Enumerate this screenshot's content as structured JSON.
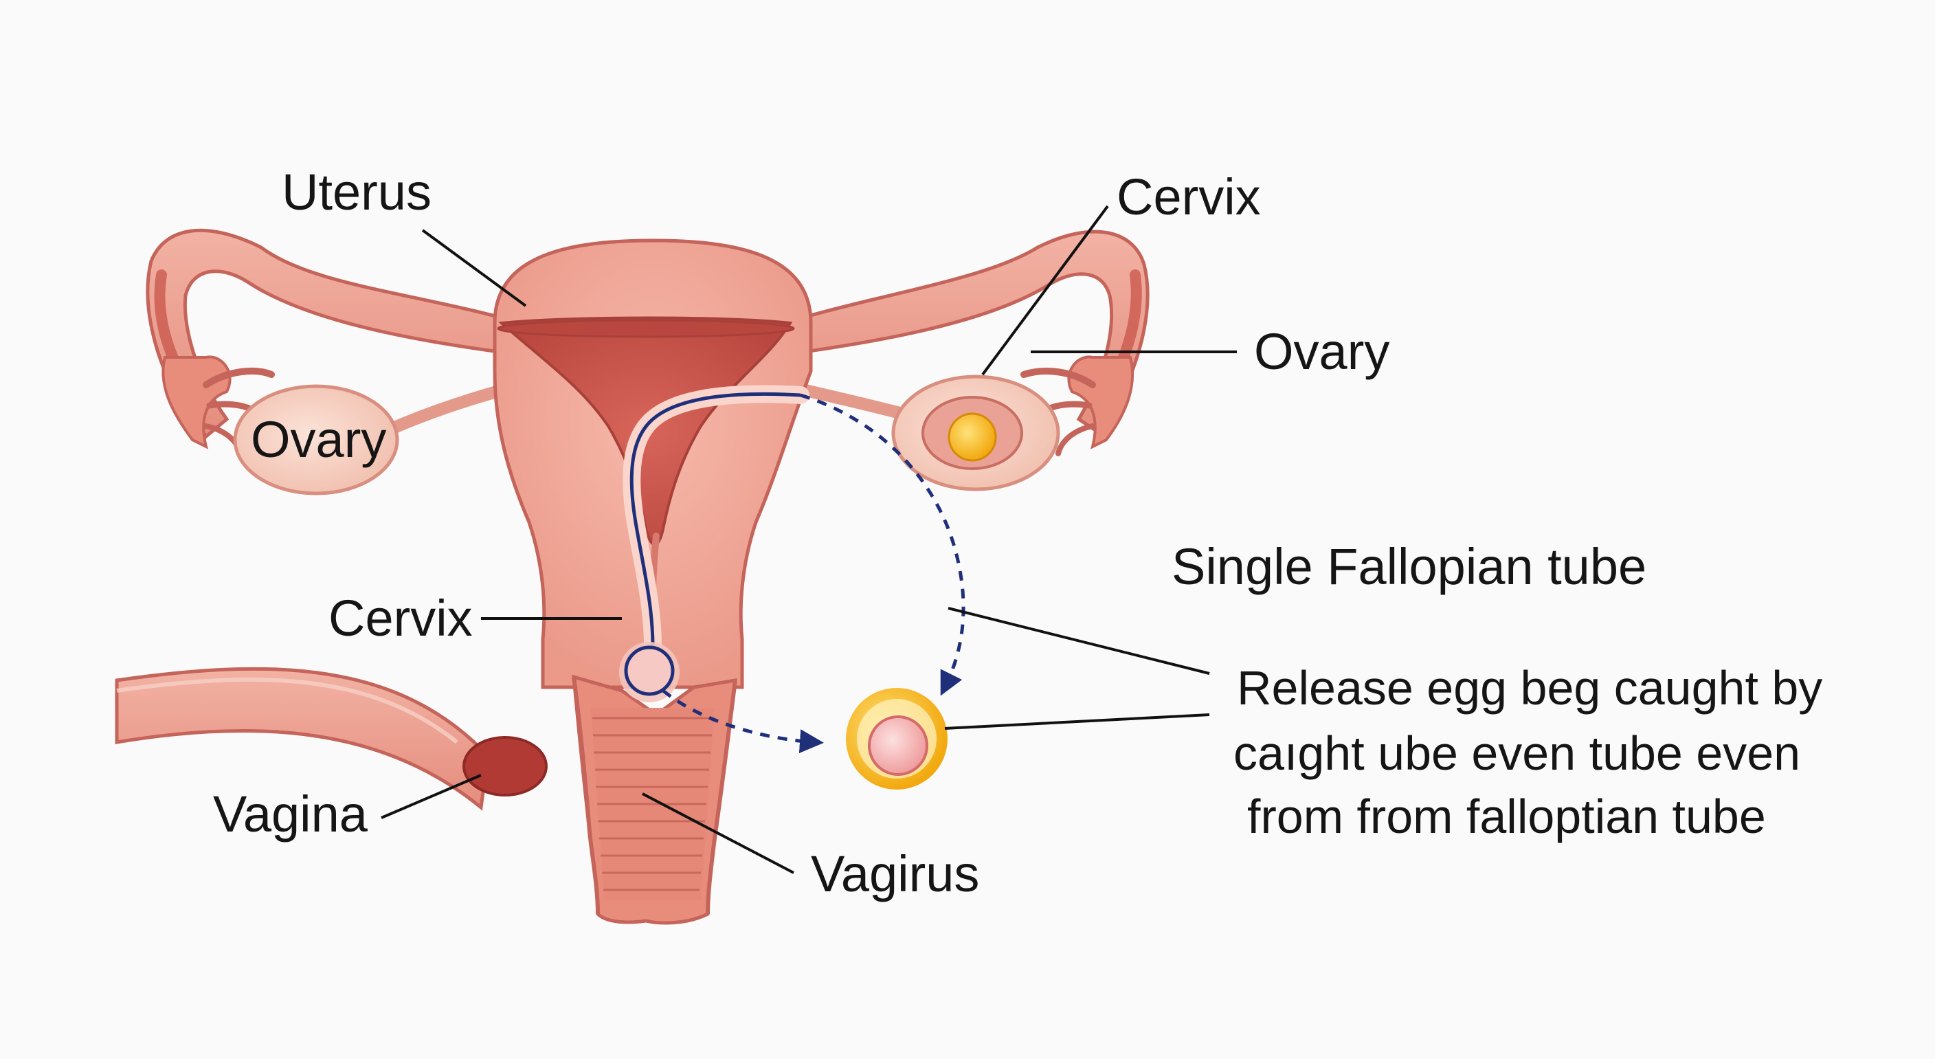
{
  "labels": {
    "uterus": "Uterus",
    "cervix_top": "Cervix",
    "ovary_right": "Ovary",
    "ovary_left": "Ovary",
    "single_fallopian_tube": "Single Fallopian tube",
    "cervix_mid": "Cervix",
    "vagina": "Vagina",
    "vagirus": "Vagirus",
    "caption_lines": [
      "Release egg beg caught by",
      "caıght ube  even tube even",
      "from from falloptian tube"
    ]
  },
  "colors": {
    "background": "#fafafa",
    "tissue_fill": "#efa697",
    "tissue_stroke": "#c4645a",
    "cavity": "#c85449",
    "ovary_fill": "#f6d3c6",
    "egg_yellow": "#f5c23a",
    "egg_pink": "#f3b5b5",
    "path_blue": "#1f2f7a",
    "leader_line": "#111111"
  },
  "icons": {
    "released_egg": "egg-cell-icon",
    "follicle": "follicle-icon"
  }
}
